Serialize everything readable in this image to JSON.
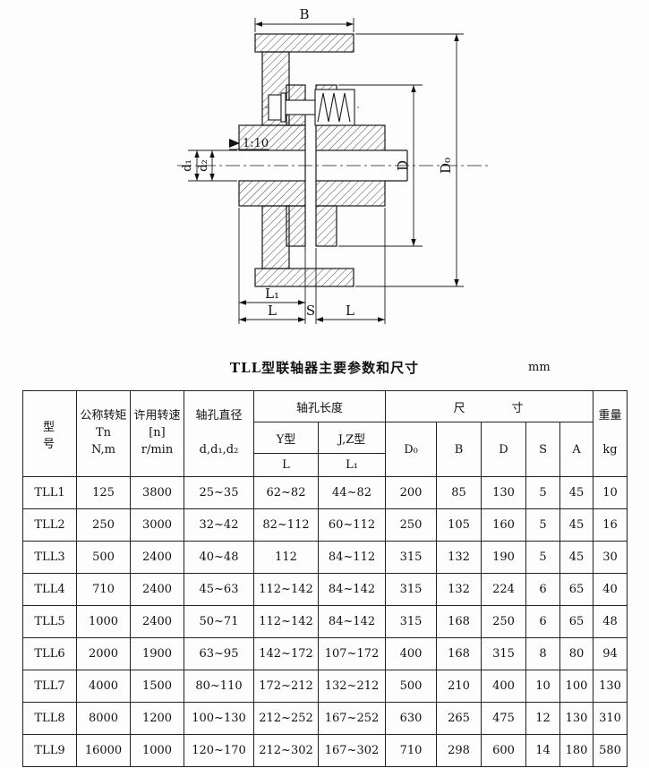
{
  "page": {
    "title": "TLL型联轴器主要参数和尺寸",
    "unit": "mm"
  },
  "diagram": {
    "dim_B": "B",
    "dim_D": "D",
    "dim_D0": "D₀",
    "dim_d1": "d₁",
    "dim_d2": "d₂",
    "dim_L": "L",
    "dim_L1": "L₁",
    "dim_S": "S",
    "taper": "1:10"
  },
  "table": {
    "headers": {
      "model": "型号",
      "torque": "公称转矩\nTn\nN,m",
      "speed": "许用转速\n[n]\nr/min",
      "bore": "轴孔直径\n\nd,d₁,d₂",
      "bore_length": "轴孔长度",
      "y_type": "Y型",
      "jz_type": "J,Z型",
      "col_L": "L",
      "col_L1": "L₁",
      "size": "尺寸",
      "col_D0": "D₀",
      "col_B": "B",
      "col_D": "D",
      "col_S": "S",
      "col_A": "A",
      "weight": "重量\n\nkg"
    },
    "rows": [
      [
        "TLL1",
        "125",
        "3800",
        "25~35",
        "62~82",
        "44~82",
        "200",
        "85",
        "130",
        "5",
        "45",
        "10"
      ],
      [
        "TLL2",
        "250",
        "3000",
        "32~42",
        "82~112",
        "60~112",
        "250",
        "105",
        "160",
        "5",
        "45",
        "16"
      ],
      [
        "TLL3",
        "500",
        "2400",
        "40~48",
        "112",
        "84~112",
        "315",
        "132",
        "190",
        "5",
        "45",
        "30"
      ],
      [
        "TLL4",
        "710",
        "2400",
        "45~63",
        "112~142",
        "84~142",
        "315",
        "132",
        "224",
        "6",
        "65",
        "40"
      ],
      [
        "TLL5",
        "1000",
        "2400",
        "50~71",
        "112~142",
        "84~142",
        "315",
        "168",
        "250",
        "6",
        "65",
        "48"
      ],
      [
        "TLL6",
        "2000",
        "1900",
        "63~95",
        "142~172",
        "107~172",
        "400",
        "168",
        "315",
        "8",
        "80",
        "94"
      ],
      [
        "TLL7",
        "4000",
        "1500",
        "80~110",
        "172~212",
        "132~212",
        "500",
        "210",
        "400",
        "10",
        "100",
        "130"
      ],
      [
        "TLL8",
        "8000",
        "1200",
        "100~130",
        "212~252",
        "167~252",
        "630",
        "265",
        "475",
        "12",
        "130",
        "310"
      ],
      [
        "TLL9",
        "16000",
        "1000",
        "120~170",
        "212~302",
        "167~302",
        "710",
        "298",
        "600",
        "14",
        "180",
        "580"
      ]
    ]
  }
}
